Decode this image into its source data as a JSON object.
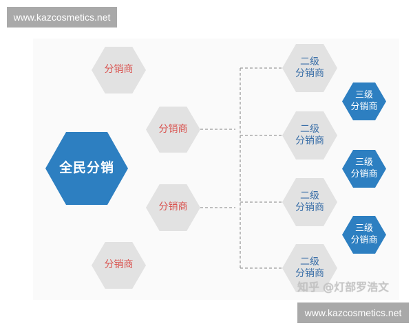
{
  "watermarks": {
    "top": "www.kazcosmetics.net",
    "bottom": "www.kazcosmetics.net",
    "credit": "知乎 @灯部罗浩文"
  },
  "colors": {
    "root_blue": "#2d7fc1",
    "level3_blue": "#2d7fc1",
    "gray_hex": "#e2e2e2",
    "level1_text": "#d9534f",
    "level2_text": "#3a6fa8",
    "connector": "#9a9a9a"
  },
  "diagram": {
    "root": {
      "label": "全民分销"
    },
    "level1": [
      {
        "label": "分销商"
      },
      {
        "label": "分销商"
      },
      {
        "label": "分销商"
      },
      {
        "label": "分销商"
      }
    ],
    "level2": [
      {
        "line1": "二级",
        "line2": "分销商"
      },
      {
        "line1": "二级",
        "line2": "分销商"
      },
      {
        "line1": "二级",
        "line2": "分销商"
      },
      {
        "line1": "二级",
        "line2": "分销商"
      }
    ],
    "level3": [
      {
        "line1": "三级",
        "line2": "分销商"
      },
      {
        "line1": "三级",
        "line2": "分销商"
      },
      {
        "line1": "三级",
        "line2": "分销商"
      }
    ]
  }
}
